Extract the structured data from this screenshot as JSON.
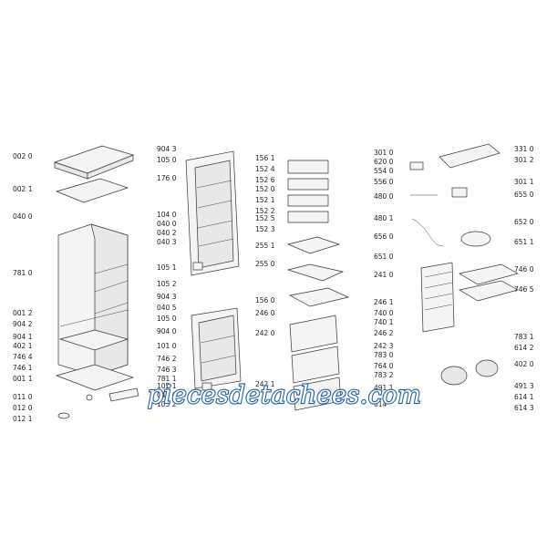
{
  "watermark": "piecesdetachees.com",
  "col1": [
    "002 0",
    "002 1",
    "040 0",
    "781 0",
    "001 2",
    "904 2",
    "904 1",
    "402 1",
    "746 4",
    "746 1",
    "001 1",
    "011 0",
    "012 0",
    "012 1"
  ],
  "col2": [
    "904 3",
    "105 0",
    "176 0",
    "104 0",
    "040 0",
    "040 2",
    "040 3",
    "105 1",
    "105 2",
    "904 3",
    "040 5",
    "105 0",
    "904 0",
    "101 0",
    "746 2",
    "746 3",
    "781 1",
    "105 1",
    "040 6",
    "105 2"
  ],
  "col3": [
    "156 1",
    "152 4",
    "152 6",
    "152 0",
    "152 1",
    "152 2",
    "152 5",
    "152 3",
    "255 1",
    "255 0",
    "156 0",
    "246 0",
    "242 0",
    "242 1"
  ],
  "col3r": [
    "241 0",
    "246 1",
    "740 0",
    "740 1",
    "246 2",
    "242 3",
    "783 0",
    "764 0",
    "783 2",
    "491 1",
    "614"
  ],
  "col4": [
    "301 0",
    "620 0",
    "554 0",
    "556 0",
    "480 0",
    "480 1",
    "656 0",
    "651 0"
  ],
  "col4r": [
    "331 0",
    "301 2",
    "301 1",
    "655 0",
    "652 0",
    "651 1",
    "746 0",
    "746 5",
    "783 1",
    "614 2",
    "402 0",
    "491 3",
    "614 1",
    "614 3"
  ]
}
